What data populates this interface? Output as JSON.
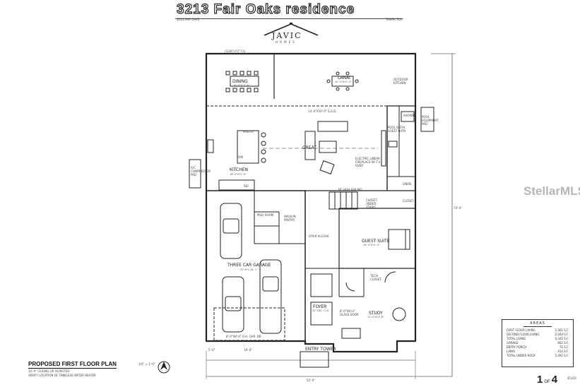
{
  "title": "3213 Fair Oaks residence",
  "header_left": "3213 FAIR OAKS",
  "header_right": "TAMPA, FLA",
  "logo": {
    "name": "JAVIC",
    "sub": "HOMES"
  },
  "rooms": {
    "dining": {
      "name": "DINING",
      "dims": "16'-0\"X12'-6\""
    },
    "lanai": {
      "name": "LANAI",
      "dims": "20'-0\"X13'-0\""
    },
    "outdoor_kitchen": "OUTDOOR KITCHEN",
    "kitchen": {
      "name": "KITCHEN",
      "dims": "18'-0\"X11'-6\""
    },
    "great": {
      "name": "GREAT",
      "dims": ""
    },
    "pool_bath": "POOL BATH/ GUEST BATH",
    "shower": "SHOWER",
    "pool_equipment": "POOL EQUIPMENT PAD",
    "ac_pad": "A/C COMPRESSOR PAD",
    "mud_room": "MUD ROOM",
    "walk_in_pantry": "WALK-IN PANTRY",
    "stair_alcove": "STAIR ALCOVE",
    "closet_under_stairs": "CLOSET UNDER STAIRS",
    "guest_suite": {
      "name": "GUEST SUITE",
      "dims": "18'-0\"X12'-0\""
    },
    "three_car_garage": {
      "name": "THREE CAR GARAGE",
      "dims": "20'-8\"X 34'-7\""
    },
    "tech_closet": "TECH CLOSET",
    "foyer": {
      "name": "FOYER",
      "dims": "10' CEIL. CLG"
    },
    "study": {
      "name": "STUDY",
      "dims": "11'-0\"X13'-8\""
    },
    "entry_tower": "ENTRY TOWER",
    "linen": "LINEN",
    "closet": "CLOSET"
  },
  "notes": {
    "stackers": "14'-0\"X10'-0\" S.G.D.",
    "fireplace": "ELECTRIC LINEAR FIREPLACE W/ T.V. OVER",
    "railing": "36\" HGH RAILING",
    "garage_door": "8'-0\"X8'-0\" O.H. GAR. DR.",
    "glass_door": "8'-0\"X8'-0\" GLASS DOOR",
    "dishwasher": "DW",
    "pantry_cab": "PANTRY",
    "fridge": "REF",
    "window_top": "(3)36\"x72\" F.G.",
    "dims_bottom": "52'-0\"",
    "dims_side": "74'-0\"",
    "dim_garage": "18'-0\"",
    "dim_small": "5'-0\""
  },
  "plan_title": "PROPOSED FIRST FLOOR PLAN",
  "scale": "1/4\" = 1'-0\"",
  "plan_notes": [
    "10'-0\" CEILING OR AS NOTED",
    "VERIFY LOCATION OF TANKLESS WATER HEATER"
  ],
  "areas": {
    "heading": "AREAS",
    "rows": [
      {
        "label": "FIRST FLOOR LIVING",
        "value": "2,301 S.F."
      },
      {
        "label": "SECOND FLOOR LIVING",
        "value": "2,044 S.F."
      },
      {
        "label": "TOTAL LIVING",
        "value": "4,345 S.F."
      },
      {
        "label": "GARAGE",
        "value": "662 S.F."
      },
      {
        "label": "ENTRY PORCH",
        "value": "70 S.F."
      },
      {
        "label": "LANAI",
        "value": "414 S.F."
      },
      {
        "label": "TOTAL UNDER ROOF",
        "value": "5,491 S.F."
      }
    ]
  },
  "page": {
    "num": "1",
    "of": "OF",
    "total": "4"
  },
  "date_stamp": "4/1/22",
  "watermark": "StellarMLS"
}
